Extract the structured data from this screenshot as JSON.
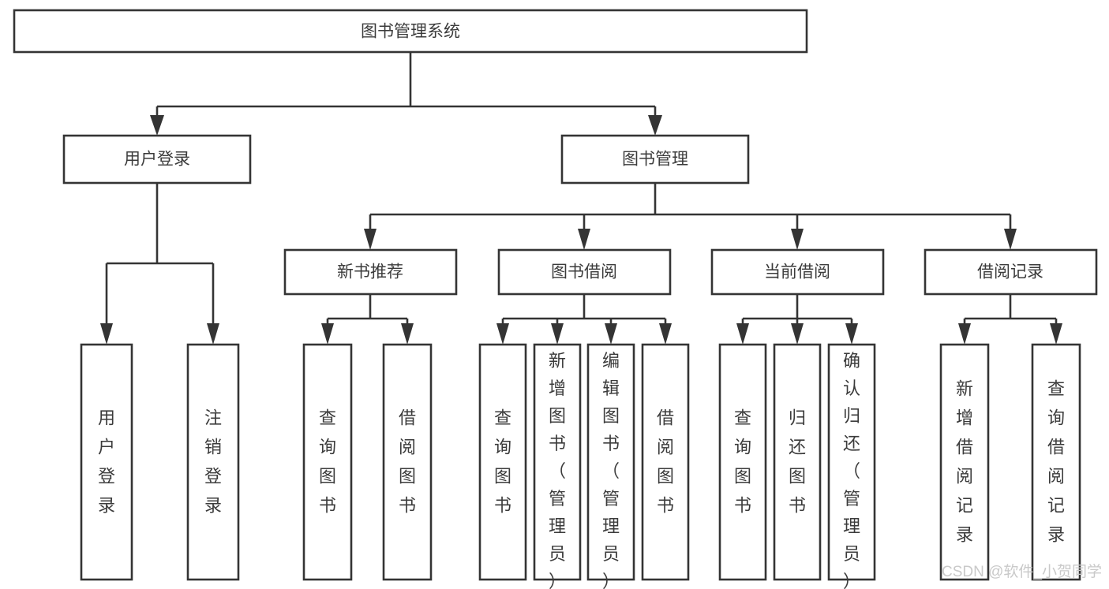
{
  "diagram": {
    "type": "tree",
    "title": "图书管理系统",
    "orientation": "top-down",
    "colors": {
      "background": "#ffffff",
      "box_fill": "#ffffff",
      "box_stroke": "#343434",
      "text": "#3b3b3b",
      "watermark": "#c9c9c9"
    },
    "root": {
      "label": "图书管理系统"
    },
    "level2": [
      {
        "label": "用户登录"
      },
      {
        "label": "图书管理"
      }
    ],
    "level3": [
      {
        "label": "新书推荐"
      },
      {
        "label": "图书借阅"
      },
      {
        "label": "当前借阅"
      },
      {
        "label": "借阅记录"
      }
    ],
    "leaves": {
      "user_login": [
        {
          "label": "用户登录"
        },
        {
          "label": "注销登录"
        }
      ],
      "new_book_recommend": [
        {
          "label": "查询图书"
        },
        {
          "label": "借阅图书"
        }
      ],
      "book_borrow": [
        {
          "label": "查询图书"
        },
        {
          "label": "新增图书（管理员）"
        },
        {
          "label": "编辑图书（管理员）"
        },
        {
          "label": "借阅图书"
        }
      ],
      "current_borrow": [
        {
          "label": "查询图书"
        },
        {
          "label": "归还图书"
        },
        {
          "label": "确认归还（管理员）"
        }
      ],
      "borrow_record": [
        {
          "label": "新增借阅记录"
        },
        {
          "label": "查询借阅记录"
        }
      ]
    }
  },
  "watermark": {
    "text": "CSDN @软件_小贺同学"
  }
}
